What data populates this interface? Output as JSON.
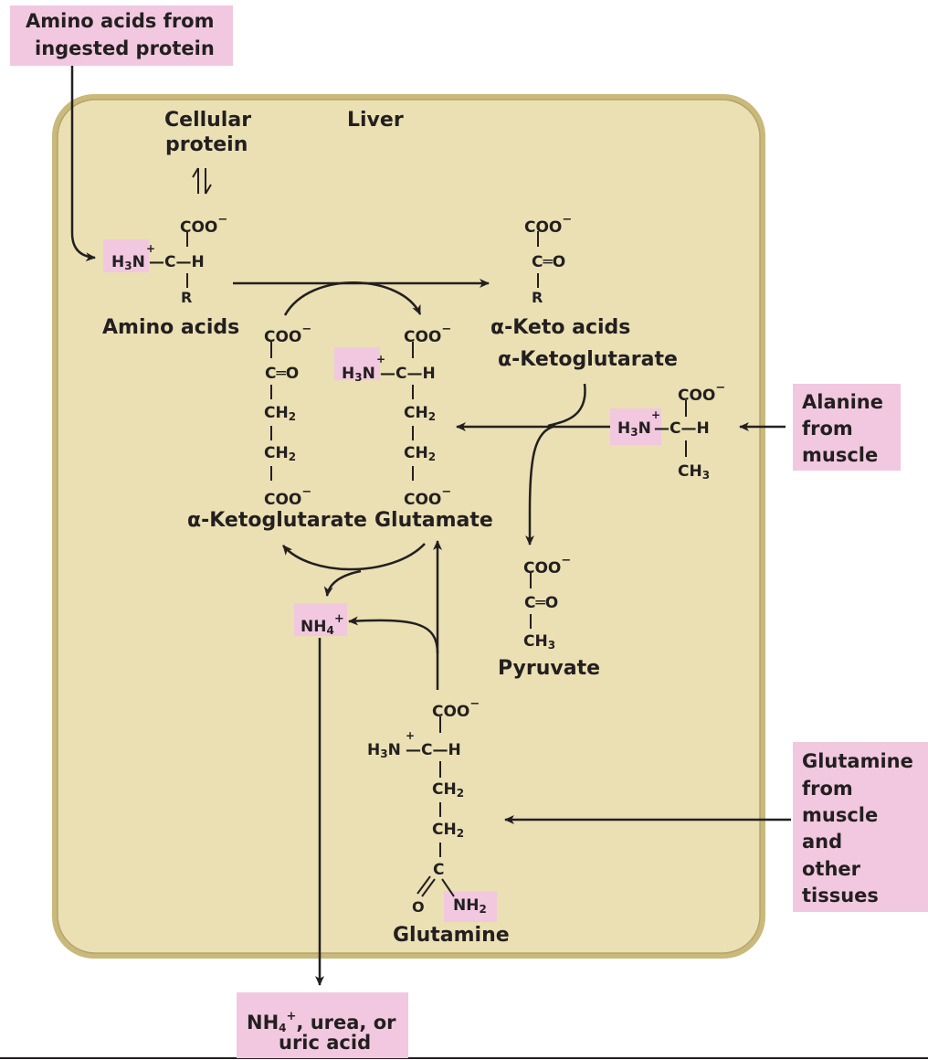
{
  "liver_label": "Liver",
  "source_amino": {
    "line1": "Amino acids from",
    "line2": "ingested protein"
  },
  "cellular_protein": {
    "line1": "Cellular",
    "line2": "protein"
  },
  "amino_acids_label": "Amino acids",
  "keto_acids_label": "α-Keto acids",
  "akg_right_label": "α-Ketoglutarate",
  "akg_left_label": "α-Ketoglutarate",
  "glutamate_label": "Glutamate",
  "pyruvate_label": "Pyruvate",
  "glutamine_label": "Glutamine",
  "alanine_box": {
    "line1": "Alanine",
    "line2": "from",
    "line3": "muscle"
  },
  "glutamine_box": {
    "line1": "Glutamine",
    "line2": "from",
    "line3": "muscle",
    "line4": "and",
    "line5": "other",
    "line6": "tissues"
  },
  "output_box": {
    "nh4": "NH",
    "sub4": "4",
    "plus": "+",
    "rest": ", urea, or",
    "line2": "uric acid"
  },
  "ammonium": {
    "nh": "NH",
    "sub4": "4",
    "plus": "+"
  },
  "chem": {
    "coo": "COO",
    "minus": "−",
    "plus": "+",
    "h3n": "H",
    "h3n_sub": "3",
    "h3n_n": "N",
    "c_h": "C—H",
    "c_dbl_o": "C═O",
    "r": "R",
    "ch": "CH",
    "ch2_sub": "2",
    "ch3_sub": "3",
    "c": "C",
    "o": "O",
    "nh": "NH",
    "nh2_sub": "2",
    "bond": "—"
  },
  "colors": {
    "cell_fill": "#eae0b3",
    "cell_border": "#c9b97a",
    "highlight": "#f1c8df",
    "ink": "#231f20"
  }
}
